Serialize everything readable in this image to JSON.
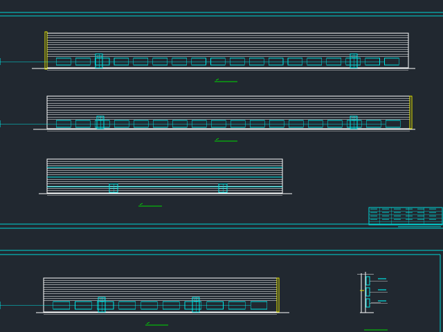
{
  "colors": {
    "background": "#212830",
    "frame": "#00d6d6",
    "drawing_line": "#ffffff",
    "window": "#00e5e5",
    "marker": "#e6e600",
    "label": "#00dd00"
  },
  "drawing": {
    "sheets": 2,
    "elevations": [
      {
        "id": "elevation-1",
        "door_count": 2,
        "window_groups": 18
      },
      {
        "id": "elevation-2",
        "door_count": 2,
        "window_groups": 18
      },
      {
        "id": "elevation-3",
        "door_count": 2,
        "window_groups": 0
      },
      {
        "id": "elevation-4",
        "door_count": 2,
        "window_groups": 10
      }
    ],
    "wall_section": {
      "id": "wall-section-detail",
      "window_levels": 3
    },
    "title_block": {
      "present": true
    }
  }
}
